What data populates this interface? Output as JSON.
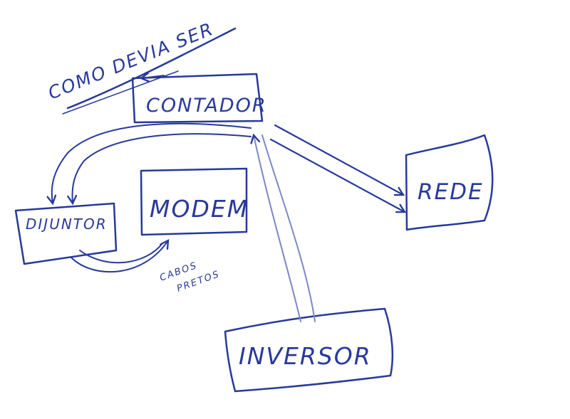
{
  "colors": {
    "ink": "#27399a",
    "ink_light": "#7d86c6",
    "paper": "#ffffff"
  },
  "title": "COMO DEVIA SER",
  "nodes": {
    "contador": "CONTADOR",
    "rede": "REDE",
    "disjuntor": "DIJUNTOR",
    "modem": "MODEM",
    "inversor": "INVERSOR"
  },
  "edge_labels": {
    "cabos_line1": "CABOS",
    "cabos_line2": "PRETOS"
  }
}
